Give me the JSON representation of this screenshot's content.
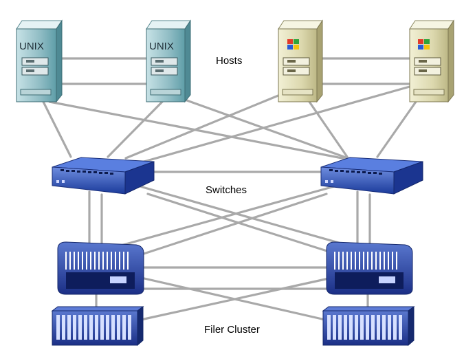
{
  "labels": {
    "hosts": "Hosts",
    "switches": "Switches",
    "filer_cluster": "Filer Cluster"
  },
  "hosts": [
    {
      "name": "unix-host-1",
      "os_text": "UNIX",
      "kind": "unix"
    },
    {
      "name": "unix-host-2",
      "os_text": "UNIX",
      "kind": "unix"
    },
    {
      "name": "windows-host-1",
      "os_text": "",
      "kind": "windows"
    },
    {
      "name": "windows-host-2",
      "os_text": "",
      "kind": "windows"
    }
  ],
  "colors": {
    "unix_tower": "#5f9ea8",
    "windows_tower": "#d6d2a4",
    "switch": "#1f45a8",
    "filer": "#1f3f9e",
    "cable": "#a9a9a9"
  }
}
